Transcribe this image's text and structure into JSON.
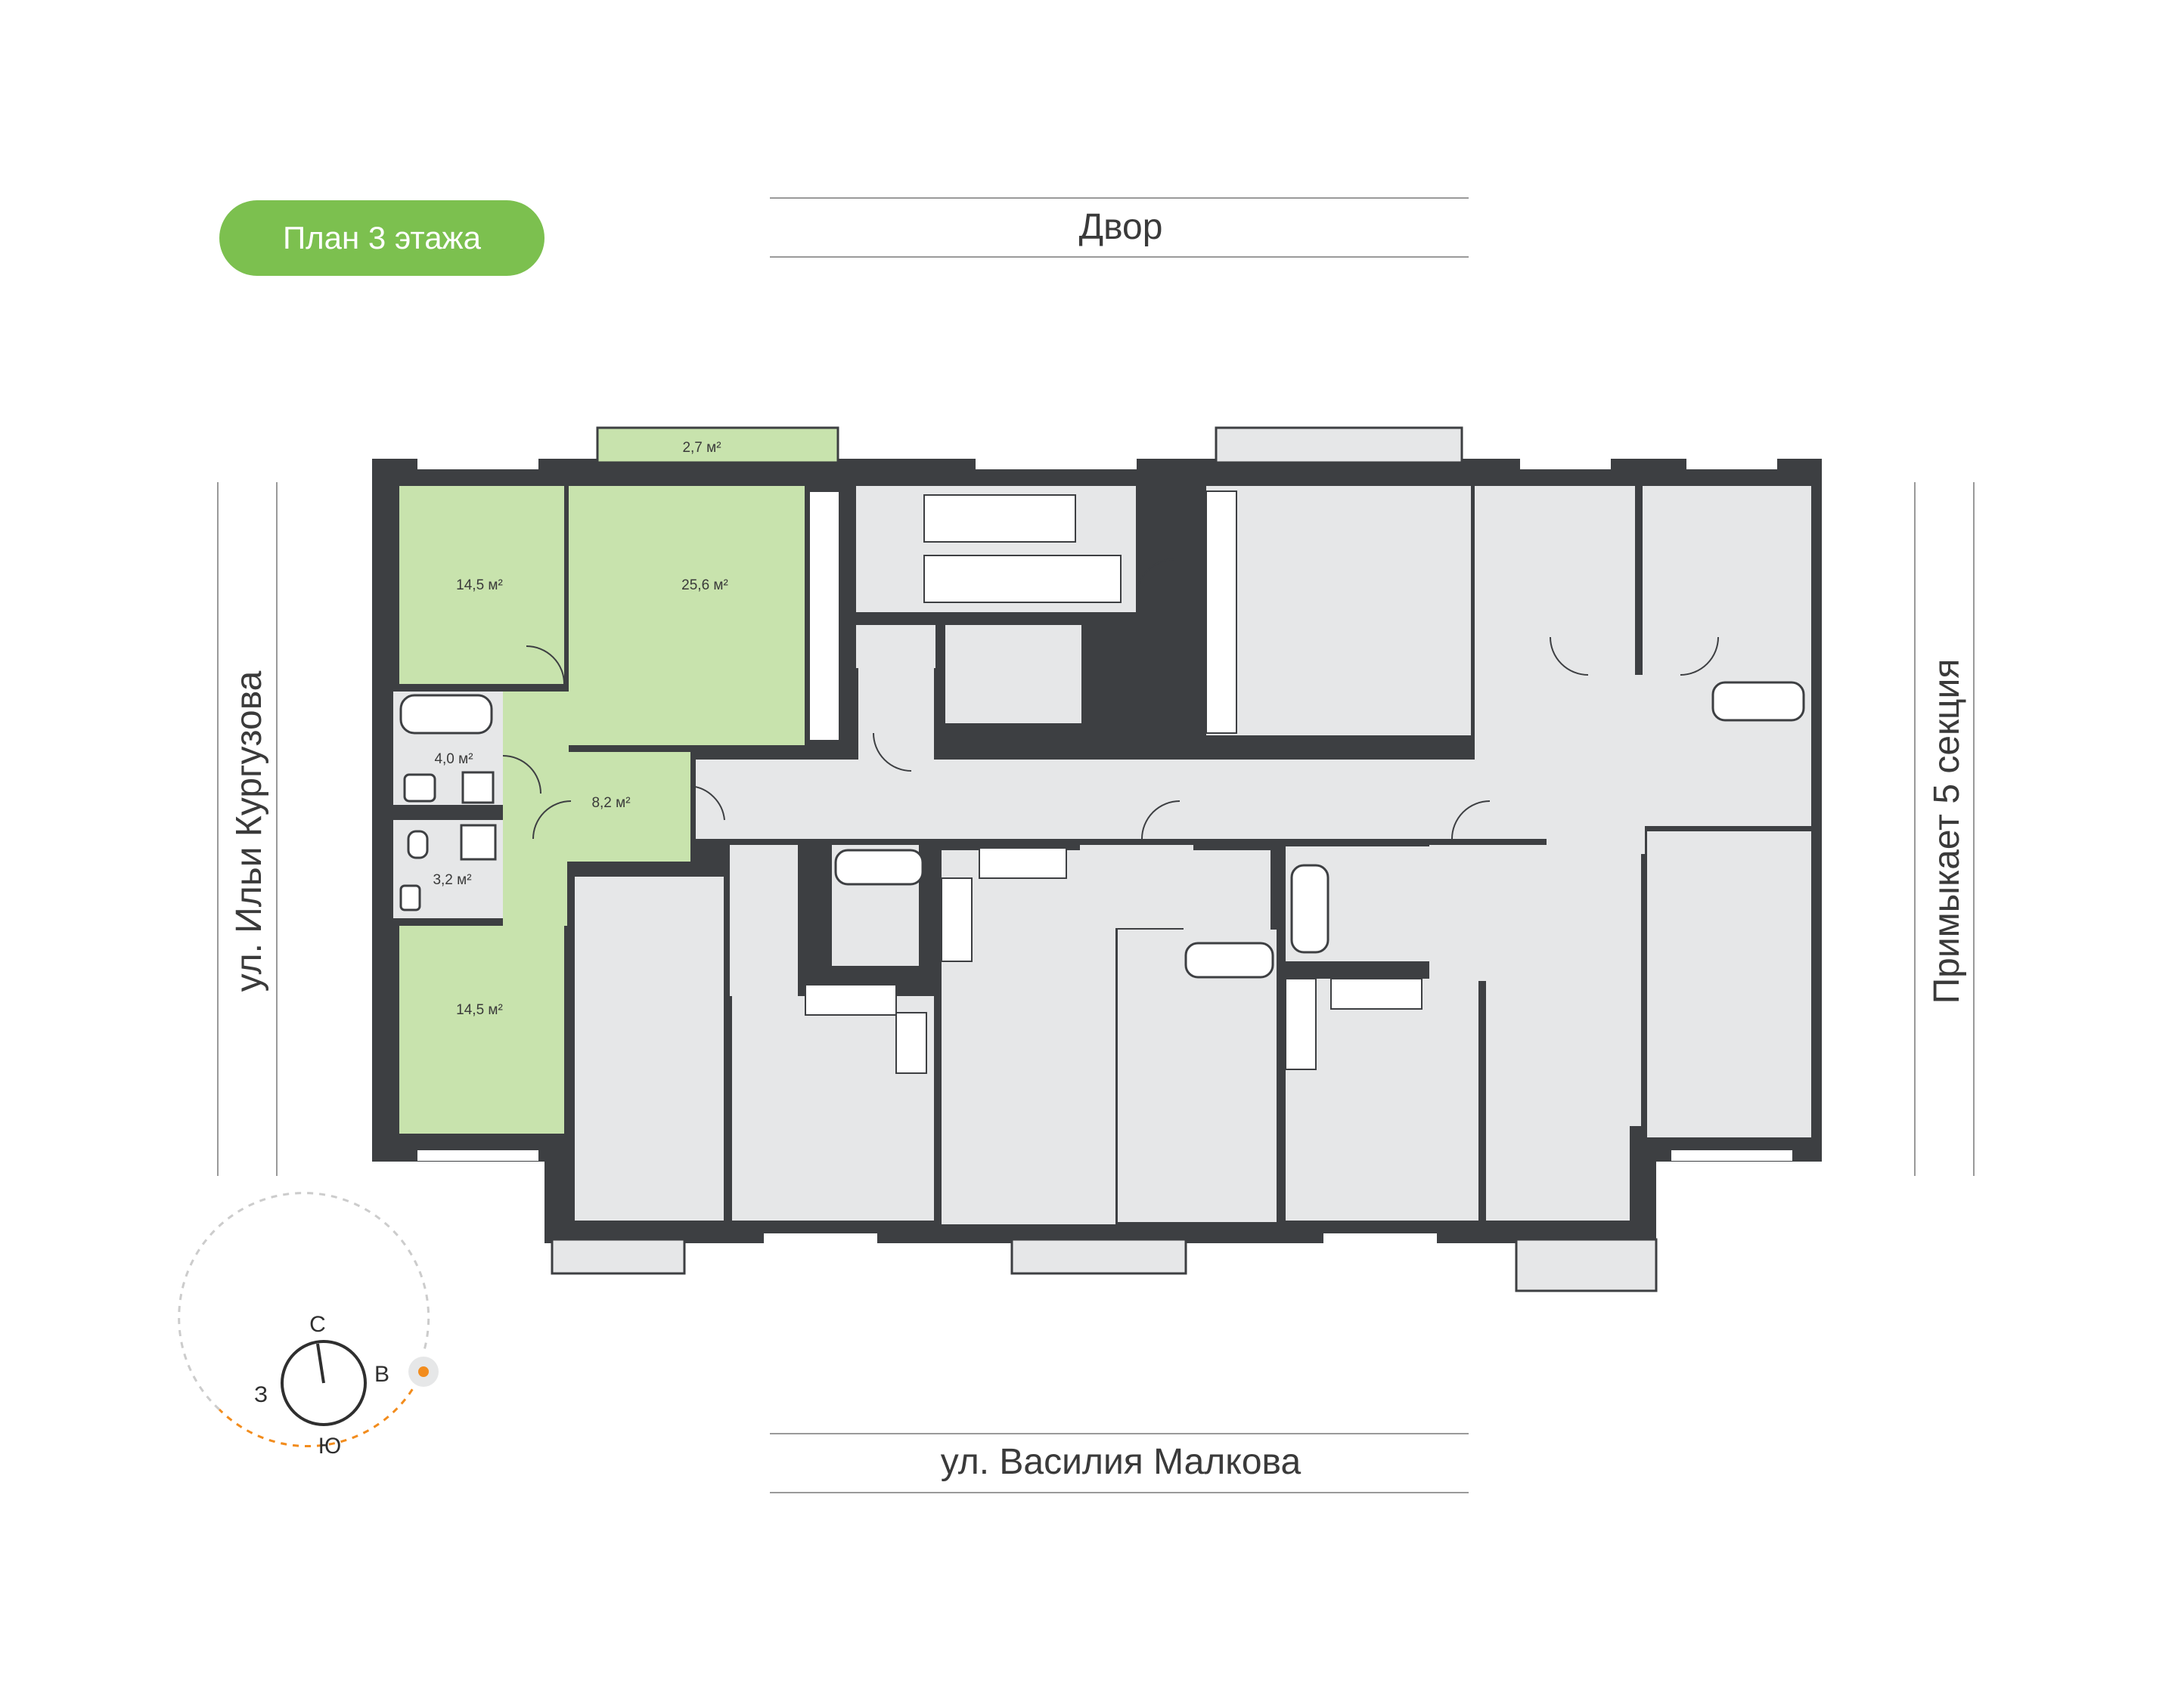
{
  "badge": {
    "label": "План 3 этажа"
  },
  "streets": {
    "top": "Двор",
    "bottom": "ул. Василия Малкова",
    "left": "ул. Ильи Кургузова",
    "right": "Примыкает 5 секция"
  },
  "areas": {
    "balcony": "2,7 м²",
    "room_top": "14,5 м²",
    "kitchen_living": "25,6 м²",
    "bathroom": "4,0 м²",
    "hallway": "8,2 м²",
    "wc": "3,2 м²",
    "room_bottom": "14,5 м²"
  },
  "compass": {
    "north": "С",
    "east": "В",
    "south": "Ю",
    "west": "З"
  },
  "colors": {
    "highlight": "#c8e3ad",
    "badge": "#7cc04f",
    "wall": "#3d3f42",
    "room": "#e6e7e8",
    "sun": "#f28c1d"
  }
}
